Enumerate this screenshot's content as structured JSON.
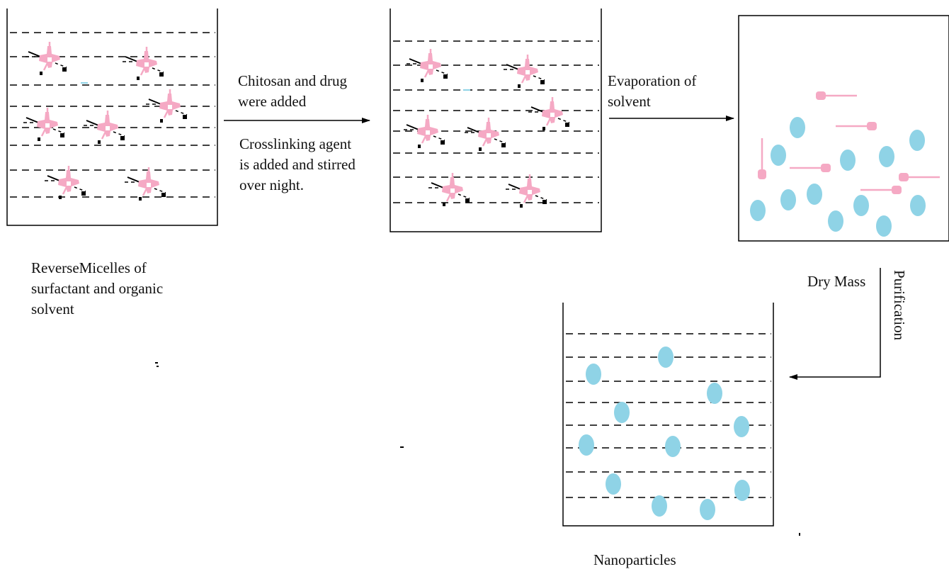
{
  "labels": {
    "step1_top": "Chitosan and drug\nwere added",
    "step1_bottom": "Crosslinking agent\nis added and stirred\nover night.",
    "step2": "Evaporation of\nsolvent",
    "beaker1_caption": "ReverseMicelles of\nsurfactant and organic\nsolvent",
    "dry_mass": "Dry Mass",
    "purification": "Purification",
    "nanoparticles": "Nanoparticles"
  },
  "colors": {
    "micelle": "#f5a9c4",
    "particle": "#8fd3e6",
    "line": "#000000",
    "background": "#ffffff"
  }
}
